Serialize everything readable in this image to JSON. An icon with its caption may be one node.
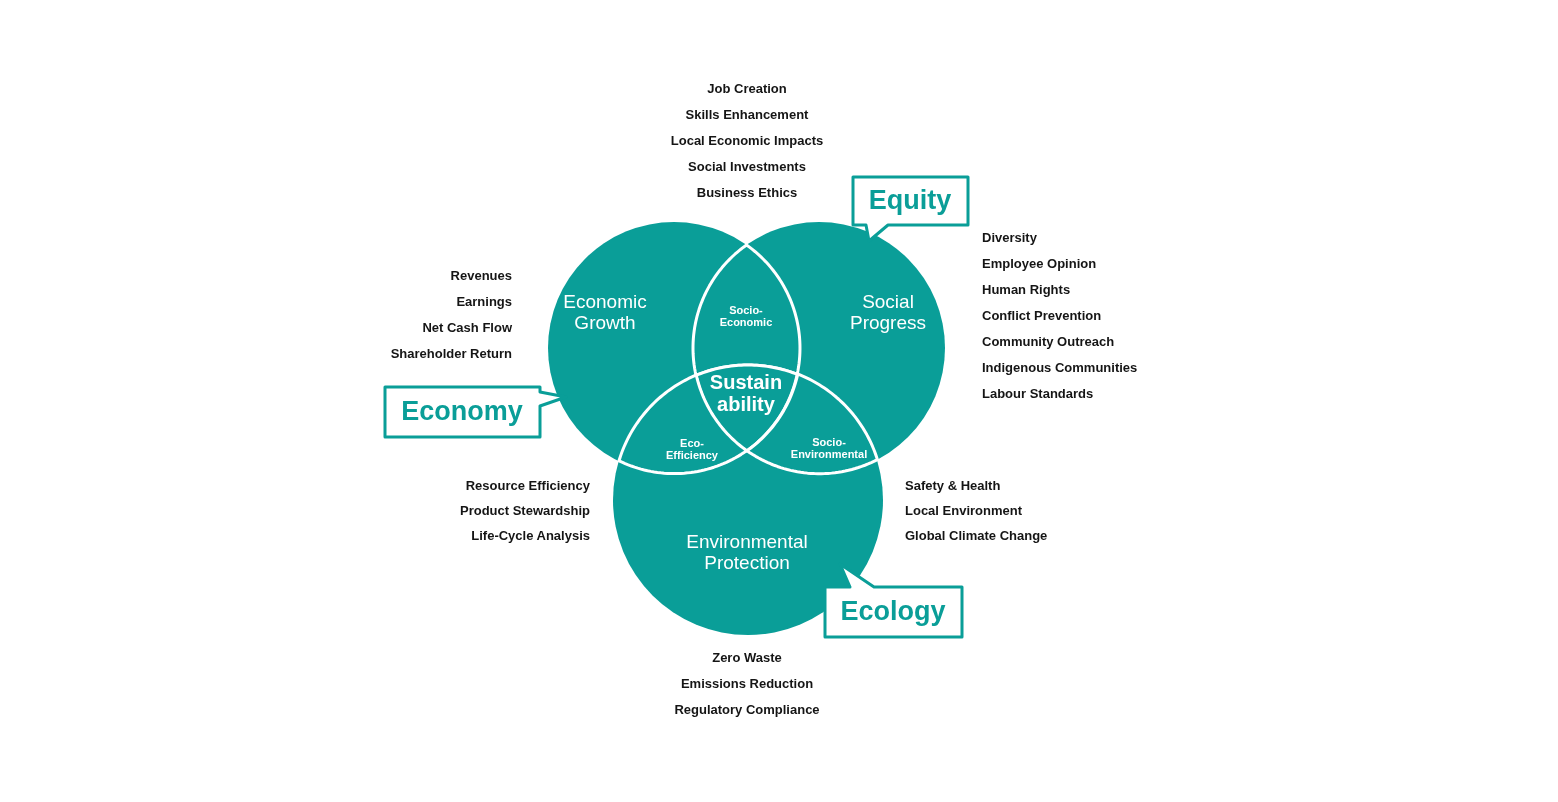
{
  "diagram": {
    "nodes": [
      {
        "text": [
          "Economic Growth"
        ]
      },
      {
        "text": [
          "Social Progress"
        ]
      },
      {
        "text": [
          "Environmental Protection"
        ]
      },
      {
        "text": [
          "Socio- Economic"
        ]
      },
      {
        "text": [
          "Sustain ability"
        ]
      },
      {
        "text": [
          "Eco- Efficiency"
        ]
      },
      {
        "text": [
          "Socio- Environmental"
        ]
      },
      {
        "text": [
          "Equity"
        ]
      },
      {
        "text": [
          "Economy"
        ]
      },
      {
        "text": [
          "Ecology"
        ]
      }
    ],
    "labels": [
      "Job Creation",
      "Skills Enhancement",
      "Local Economic Impacts",
      "Social Investments",
      "Business Ethics",
      "Revenues",
      "Earnings",
      "Net Cash Flow",
      "Shareholder Return",
      "Diversity",
      "Employee Opinion",
      "Human Rights",
      "Conflict Prevention",
      "Community Outreach",
      "Indigenous Communities",
      "Labour Standards",
      "Resource Efficiency",
      "Product Stewardship",
      "Life-Cycle Analysis",
      "Safety & Health",
      "Local Environment",
      "Global Climate Change",
      "Zero Waste",
      "Emissions Reduction",
      "Regulatory Compliance"
    ]
  }
}
